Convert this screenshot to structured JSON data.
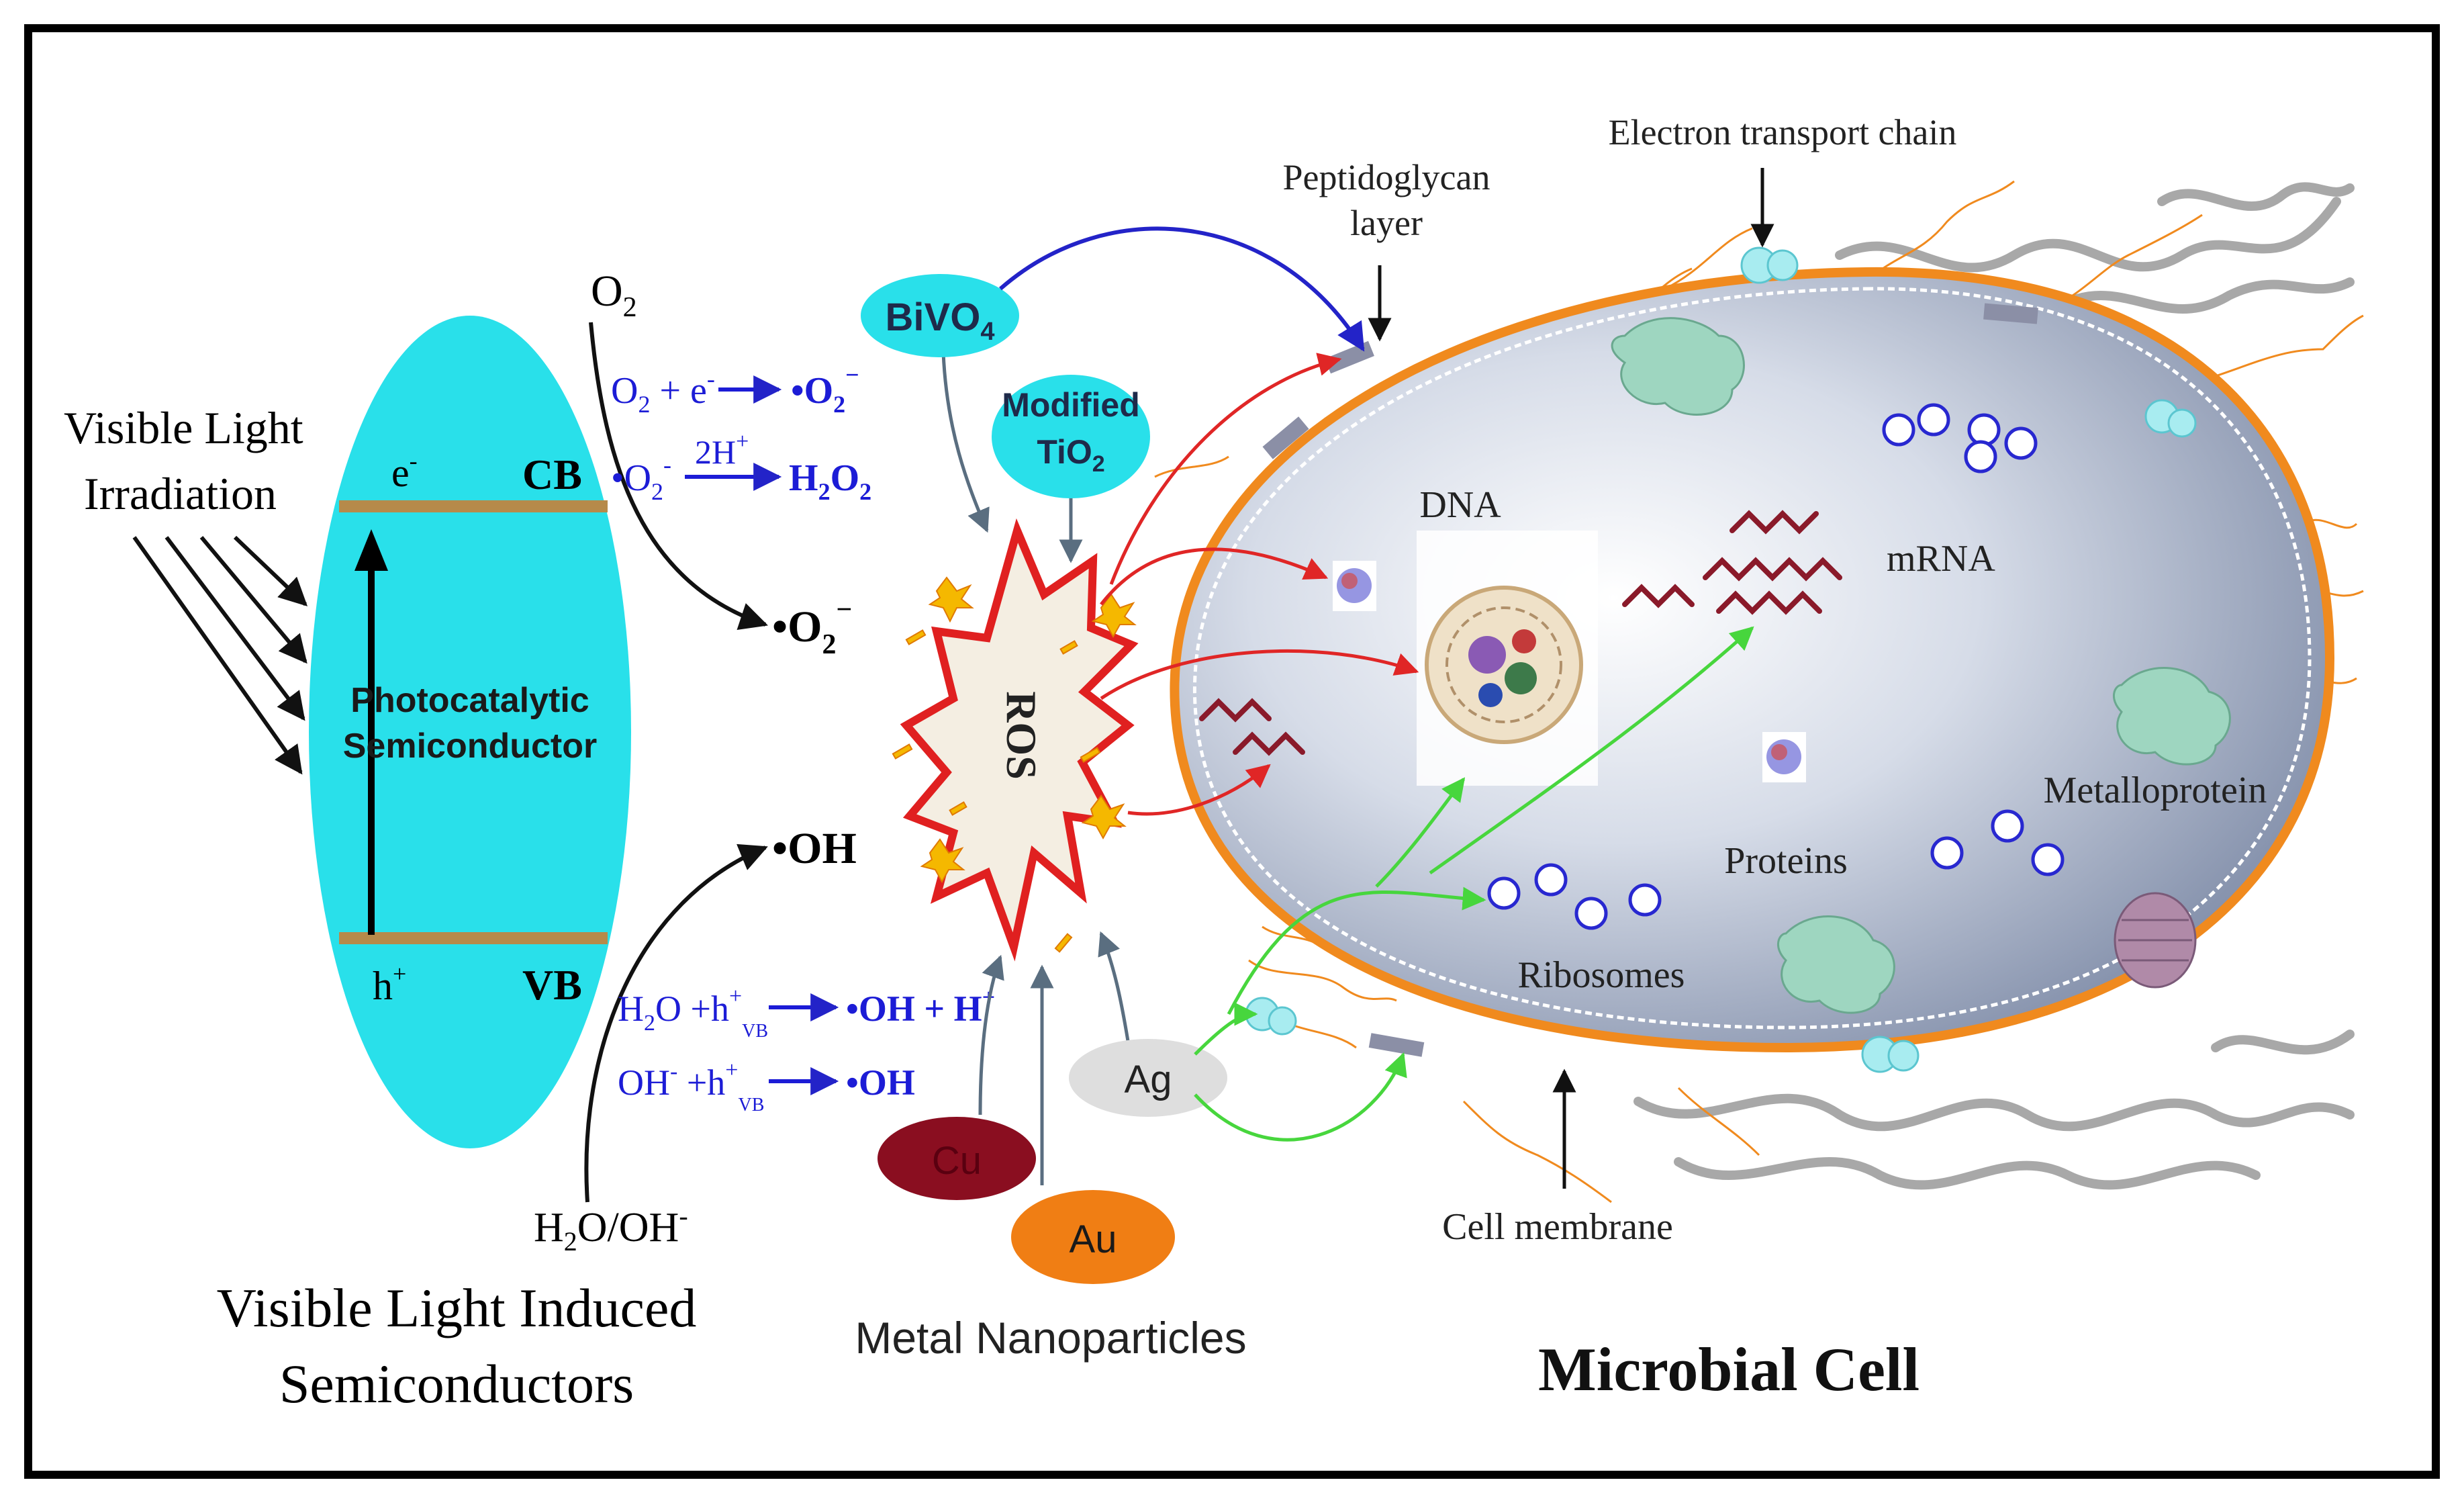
{
  "semiconductor": {
    "light_label_1": "Visible Light",
    "light_label_2": "Irradiation",
    "e_label": "e",
    "e_sup": "-",
    "h_label": "h",
    "h_sup": "+",
    "cb_label": "CB",
    "vb_label": "VB",
    "body_line_1": "Photocatalytic",
    "body_line_2": "Semiconductor",
    "caption_1": "Visible Light Induced",
    "caption_2": "Semiconductors"
  },
  "reactions": {
    "o2_top": "O",
    "o2_top_sub": "2",
    "o2_radical": "•O",
    "o2_radical_sub": "2",
    "o2_radical_sup": "−",
    "oh_radical": "•OH",
    "h2o_oh": "H",
    "h2o_oh_sub": "2",
    "h2o_oh_rest": "O/OH",
    "h2o_oh_sup": "-",
    "r1_left": "O",
    "r1_left_sub": "2",
    "r1_plus": " + e",
    "r1_plus_sup": "-",
    "r1_right": "•O",
    "r1_right_sub": "2",
    "r1_right_sup": "−",
    "r2_left": "•O",
    "r2_left_sub": "2",
    "r2_left_sup": "-",
    "r2_cond": "2H",
    "r2_cond_sup": "+",
    "r2_right": "H",
    "r2_right_sub1": "2",
    "r2_right_mid": "O",
    "r2_right_sub2": "2",
    "r3_left": "H",
    "r3_left_sub": "2",
    "r3_left_rest": "O +h",
    "r3_left_sup": "+",
    "r3_left_sub2": "VB",
    "r3_right": "•OH + H",
    "r3_right_sup": "+",
    "r4_left": "OH",
    "r4_left_sup": "-",
    "r4_left_rest": " +h",
    "r4_left_sup2": "+",
    "r4_left_sub2": "VB",
    "r4_right": "•OH"
  },
  "nanoparticles": {
    "bivo4": "BiVO",
    "bivo4_sub": "4",
    "modified": "Modified",
    "tio2": "TiO",
    "tio2_sub": "2",
    "ros": "ROS",
    "ag": "Ag",
    "cu": "Cu",
    "au": "Au",
    "caption": "Metal Nanoparticles"
  },
  "cell": {
    "peptidoglycan_1": "Peptidoglycan",
    "peptidoglycan_2": "layer",
    "electron_chain": "Electron transport chain",
    "dna": "DNA",
    "mrna": "mRNA",
    "proteins": "Proteins",
    "metalloprotein": "Metalloprotein",
    "ribosomes": "Ribosomes",
    "cell_membrane": "Cell membrane",
    "title": "Microbial Cell"
  },
  "colors": {
    "cyan": "#29e0ea",
    "band": "#b68a4a",
    "blue_text": "#1c1cd6",
    "ros_red": "#e02020",
    "membrane": "#f08a1e",
    "cu": "#8a0e20",
    "au": "#f07e14",
    "ag": "#dedede"
  }
}
